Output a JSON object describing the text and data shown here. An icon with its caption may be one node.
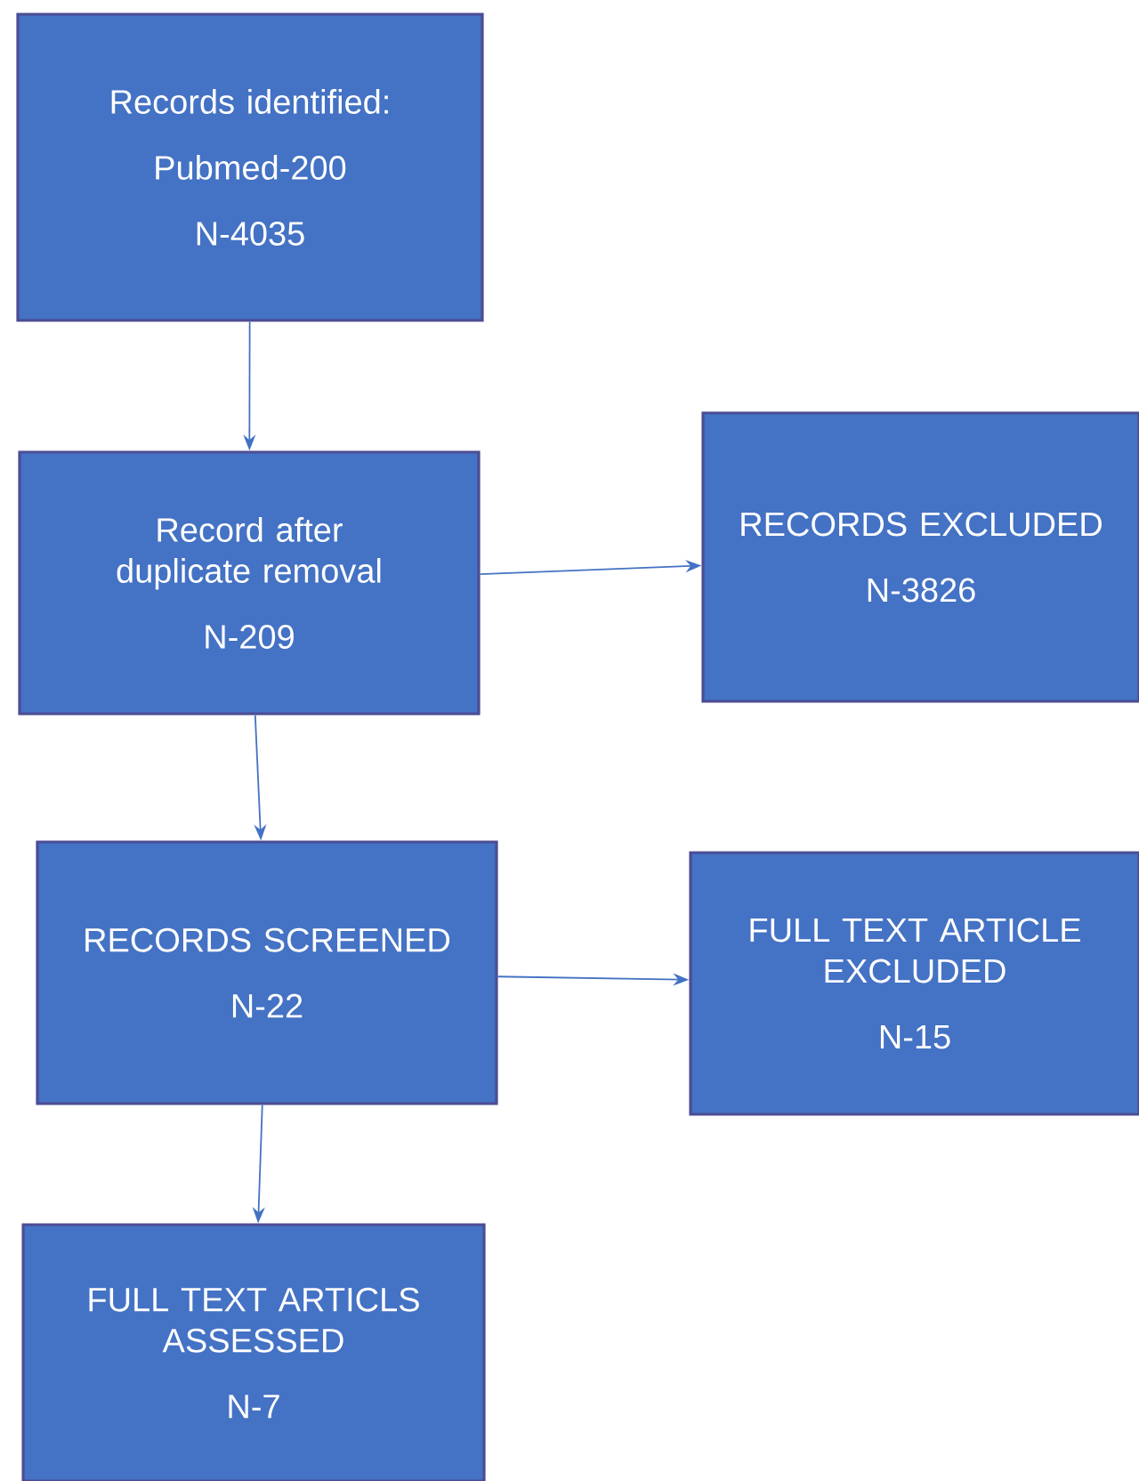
{
  "diagram": {
    "nodes": [
      {
        "text": [
          "Records identified:",
          "Pubmed-200",
          "N-4035"
        ]
      },
      {
        "text": [
          "Record after duplicate removal",
          "N-209"
        ]
      },
      {
        "text": [
          "RECORDS EXCLUDED",
          "N-3826"
        ]
      },
      {
        "text": [
          "RECORDS SCREENED",
          "N-22"
        ]
      },
      {
        "text": [
          "FULL TEXT ARTICLE EXCLUDED",
          "N-15"
        ]
      },
      {
        "text": [
          "FULL TEXT ARTICLS ASSESSED",
          "N-7"
        ]
      }
    ],
    "edges": [
      {
        "from": 0,
        "to": 1,
        "arrow": "to"
      },
      {
        "from": 1,
        "to": 2,
        "arrow": "to"
      },
      {
        "from": 1,
        "to": 3,
        "arrow": "to"
      },
      {
        "from": 3,
        "to": 4,
        "arrow": "to"
      },
      {
        "from": 3,
        "to": 5,
        "arrow": "to"
      }
    ]
  }
}
